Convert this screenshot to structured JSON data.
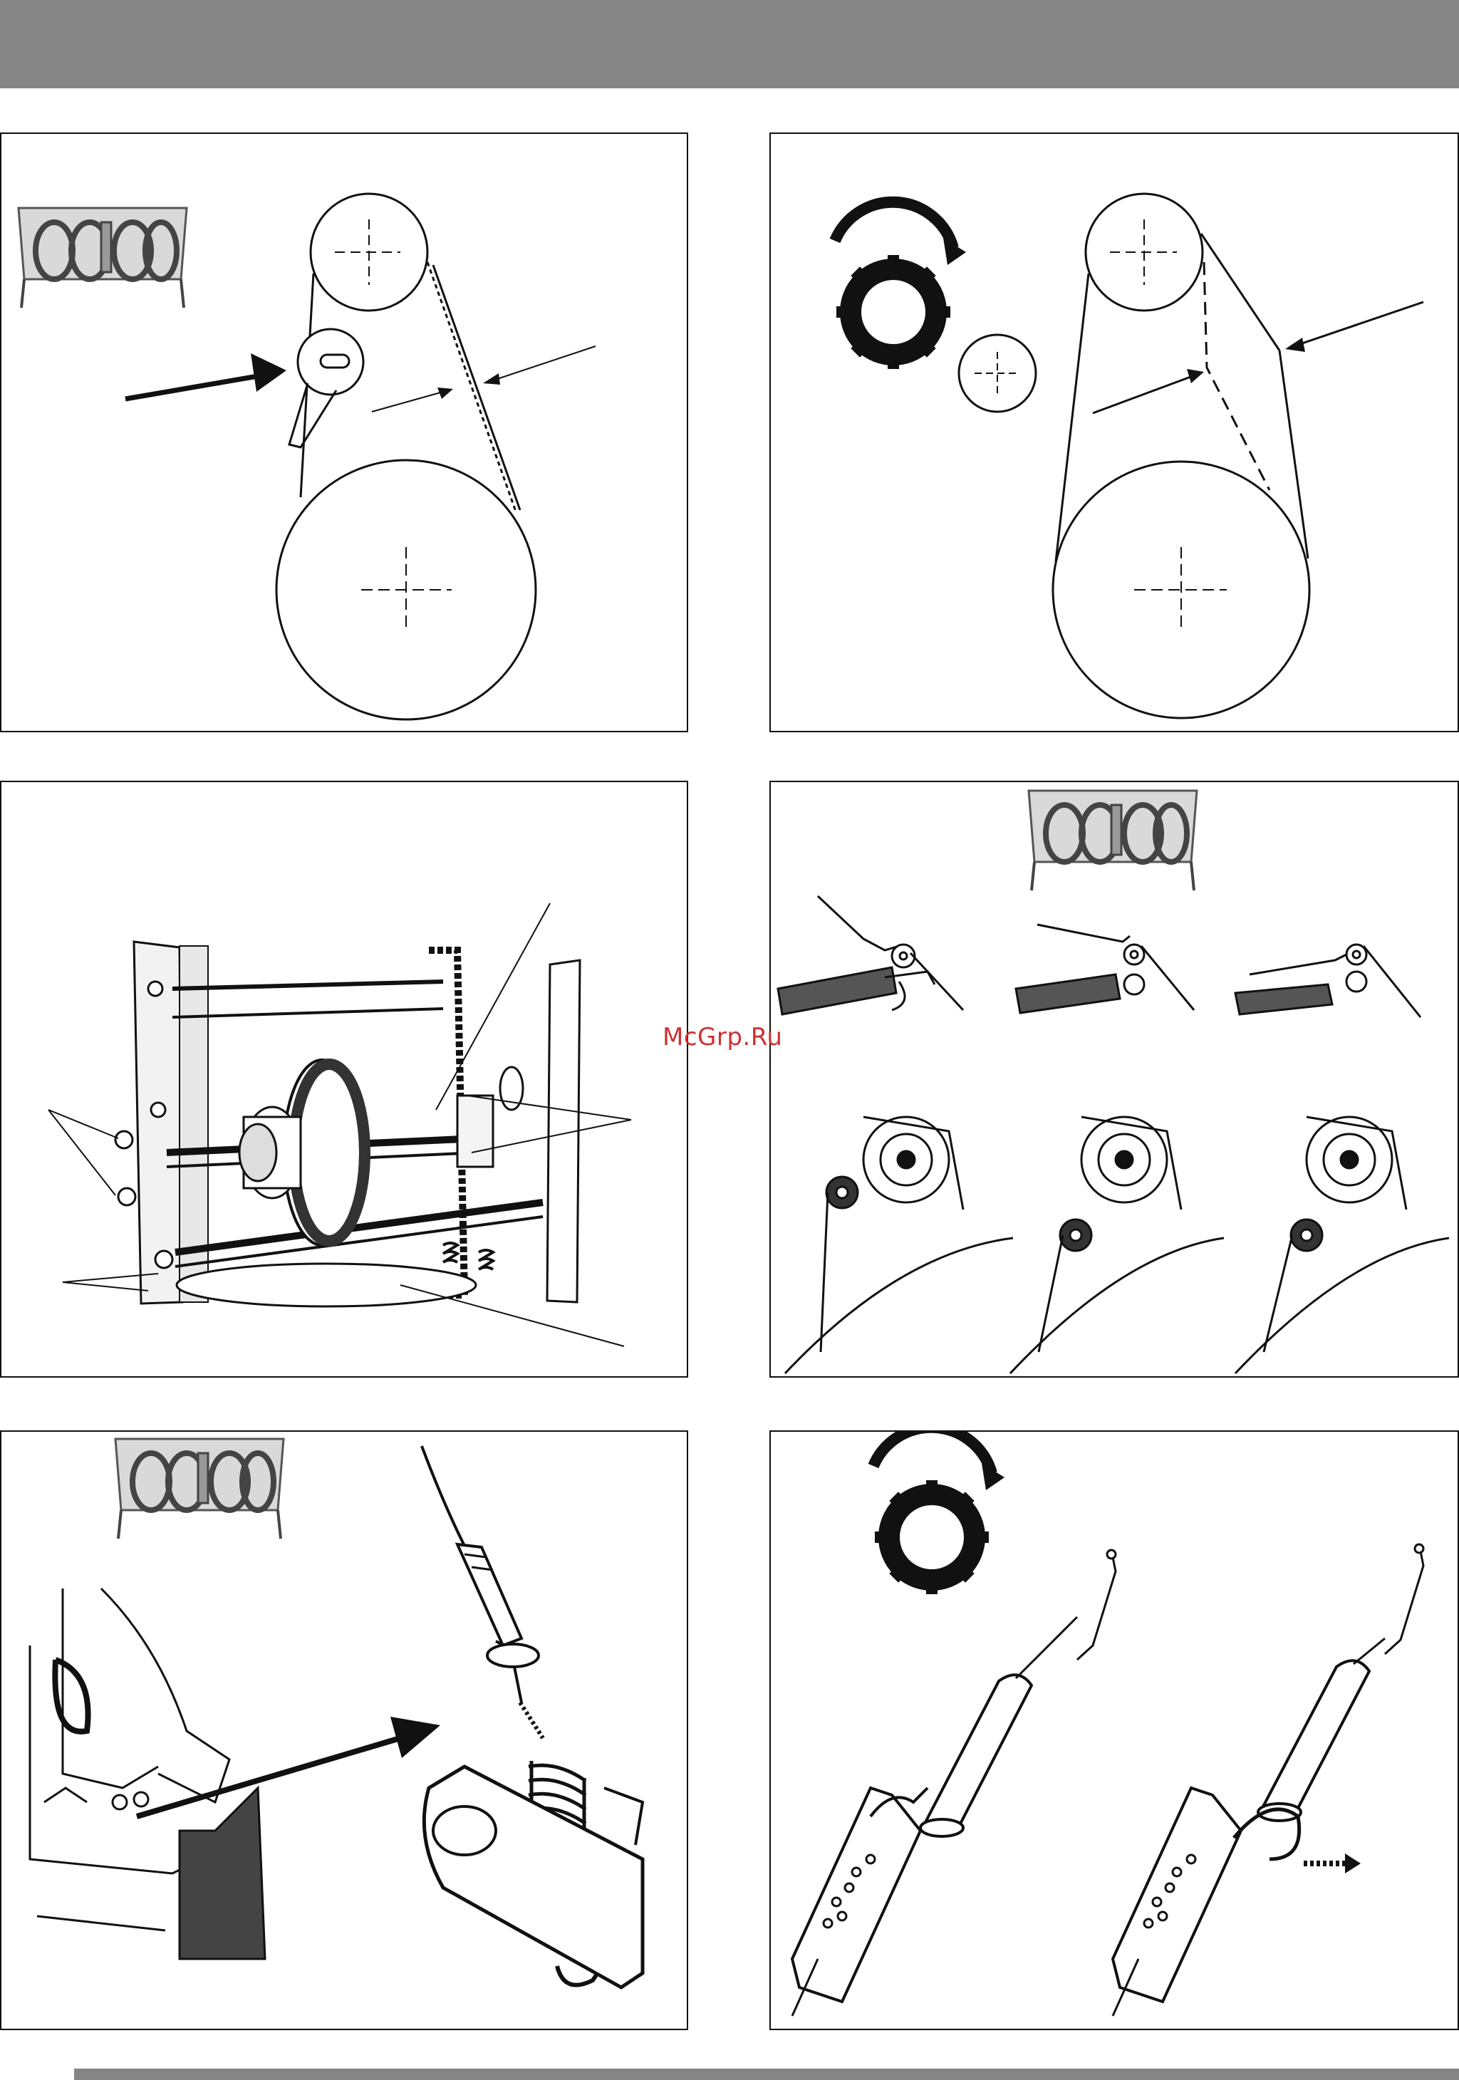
{
  "watermark": {
    "text": "McGrp.Ru"
  },
  "colors": {
    "header_bar": "#858585",
    "line": "#111111",
    "watermark": "#d03030",
    "fill_dark": "#333333",
    "fill_light": "#d9d9d9"
  },
  "panels": [
    {
      "id": "panel-1",
      "icons": [
        "auger-housing-icon",
        "belt-pulley-diagram"
      ]
    },
    {
      "id": "panel-2",
      "icons": [
        "rotate-clockwise-icon",
        "belt-pulley-diagram"
      ]
    },
    {
      "id": "panel-3",
      "icons": [
        "drive-mechanism-illustration"
      ]
    },
    {
      "id": "panel-4",
      "icons": [
        "auger-housing-icon",
        "control-lever-positions",
        "idler-pulley-positions"
      ]
    },
    {
      "id": "panel-5",
      "icons": [
        "auger-housing-icon",
        "cable-spring-illustration"
      ]
    },
    {
      "id": "panel-6",
      "icons": [
        "rotate-clockwise-icon",
        "cable-adjuster-illustration"
      ]
    }
  ]
}
